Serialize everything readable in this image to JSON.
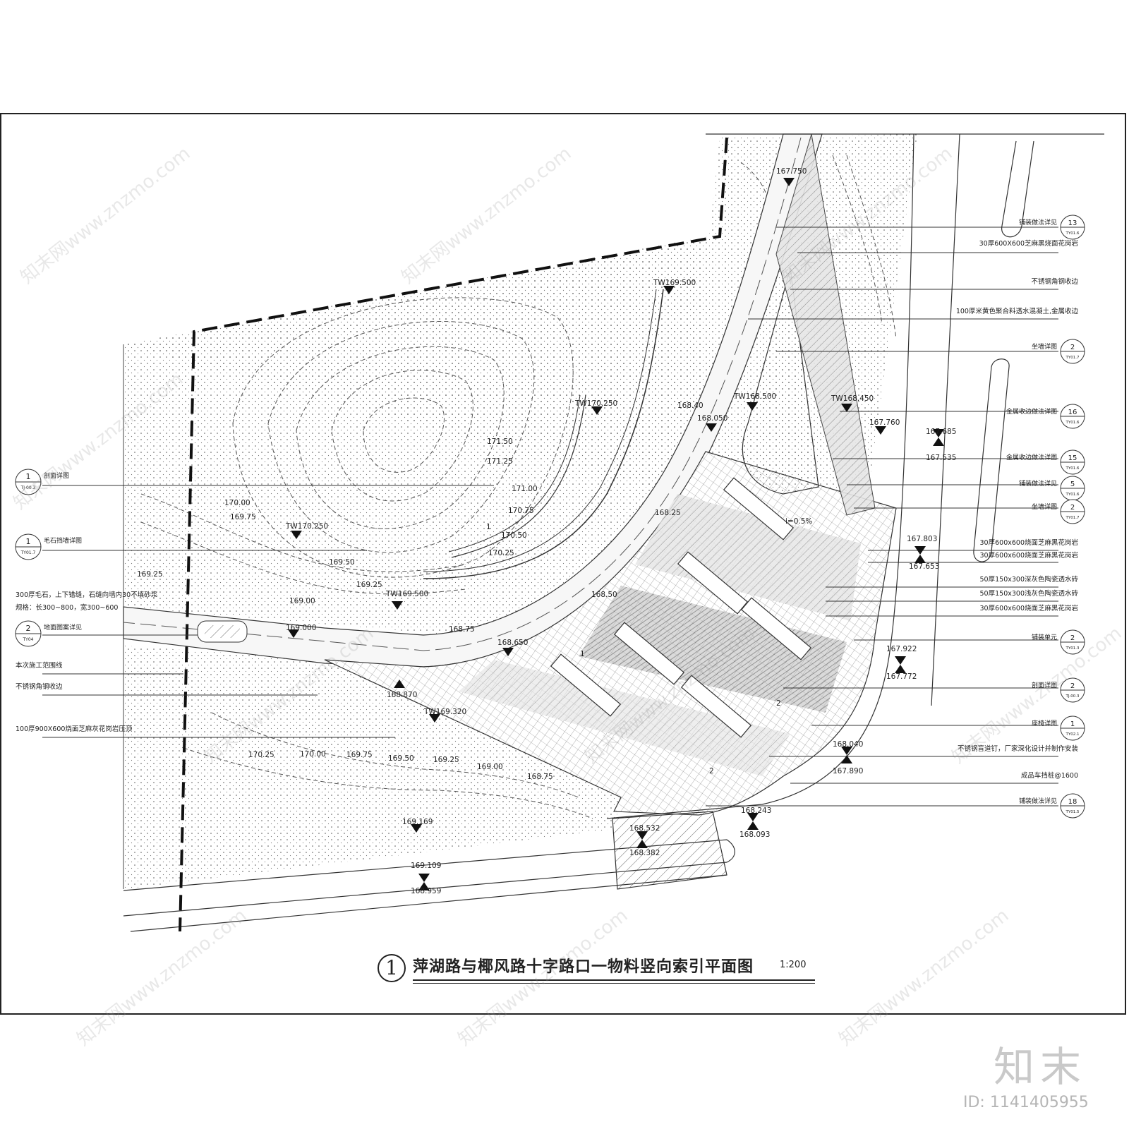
{
  "drawing": {
    "title_number": "1",
    "title": "萍湖路与椰风路十字路口一物料竖向索引平面图",
    "scale": "1:200"
  },
  "left_callouts": [
    {
      "num": "1",
      "ref": "TJ-00.3",
      "label": "剖面详图"
    },
    {
      "num": "1",
      "ref": "TY01.7",
      "label": "毛石挡墙详图"
    },
    {
      "num": "",
      "ref": "",
      "label": "300厚毛石，上下错缝，石缝向墙内30不填砂浆"
    },
    {
      "num": "",
      "ref": "",
      "label": "规格：长300~800，宽300~600"
    },
    {
      "num": "2",
      "ref": "TY04",
      "label": "地面图案详见"
    },
    {
      "num": "",
      "ref": "",
      "label": "本次施工范围线"
    },
    {
      "num": "",
      "ref": "",
      "label": "不锈钢角钢收边"
    },
    {
      "num": "",
      "ref": "",
      "label": "100厚900X600烧面芝麻灰花岗岩压顶"
    }
  ],
  "right_callouts": [
    {
      "num": "13",
      "ref": "TY01.6",
      "label": "铺装做法详见"
    },
    {
      "num": "",
      "ref": "",
      "label": "30厚600X600芝麻黑烧面花岗岩"
    },
    {
      "num": "",
      "ref": "",
      "label": "不锈钢角钢收边"
    },
    {
      "num": "",
      "ref": "",
      "label": "100厚米黄色聚合料透水混凝土,金属收边"
    },
    {
      "num": "2",
      "ref": "TY01.7",
      "label": "坐墙详图"
    },
    {
      "num": "16",
      "ref": "TY01.6",
      "label": "金属收边做法详图"
    },
    {
      "num": "15",
      "ref": "TY01.6",
      "label": "金属收边做法详图"
    },
    {
      "num": "5",
      "ref": "TY01.6",
      "label": "铺装做法详见"
    },
    {
      "num": "2",
      "ref": "TY01.7",
      "label": "坐墙详图"
    },
    {
      "num": "",
      "ref": "",
      "label": "30厚600x600烧面芝麻黑花岗岩"
    },
    {
      "num": "",
      "ref": "",
      "label": "30厚600x600烧面芝麻黑花岗岩"
    },
    {
      "num": "",
      "ref": "",
      "label": "50厚150x300深灰色陶瓷透水砖"
    },
    {
      "num": "",
      "ref": "",
      "label": "50厚150x300浅灰色陶瓷透水砖"
    },
    {
      "num": "",
      "ref": "",
      "label": "30厚600x600烧面芝麻黑花岗岩"
    },
    {
      "num": "2",
      "ref": "TY01.3",
      "label": "铺装单元"
    },
    {
      "num": "2",
      "ref": "TJ-00.3",
      "label": "剖面详图"
    },
    {
      "num": "1",
      "ref": "TY02.1",
      "label": "座椅详图"
    },
    {
      "num": "",
      "ref": "",
      "label": "不锈钢盲道钉，厂家深化设计并制作安装"
    },
    {
      "num": "",
      "ref": "",
      "label": "成品车挡桩@1600"
    },
    {
      "num": "18",
      "ref": "TY01.5",
      "label": "铺装做法详见"
    }
  ],
  "elevations": [
    "167.750",
    "TW169.500",
    "TW170.250",
    "168.40",
    "168.050",
    "TW168.500",
    "TW168.450",
    "167.760",
    "167.685",
    "167.535",
    "171.50",
    "171.25",
    "171.00",
    "170.75",
    "170.50",
    "170.25",
    "170.00",
    "169.75",
    "TW170.250",
    "169.50",
    "169.25",
    "169.25",
    "169.00",
    "TW169.500",
    "168.50",
    "168.25",
    "168.75",
    "169.000",
    "168.650",
    "168.870",
    "TW169.320",
    "167.803",
    "167.653",
    "167.922",
    "167.772",
    "168.040",
    "167.890",
    "168.243",
    "168.093",
    "168.532",
    "168.382",
    "169.169",
    "169.109",
    "168.959",
    "170.25",
    "170.00",
    "169.75",
    "169.50",
    "169.25",
    "169.00",
    "168.75",
    "i=0.5%",
    "2",
    "2",
    "1",
    "1"
  ],
  "watermark": {
    "text": "知末网www.znzmo.com",
    "brand": "知末",
    "id": "ID: 1141405955"
  }
}
